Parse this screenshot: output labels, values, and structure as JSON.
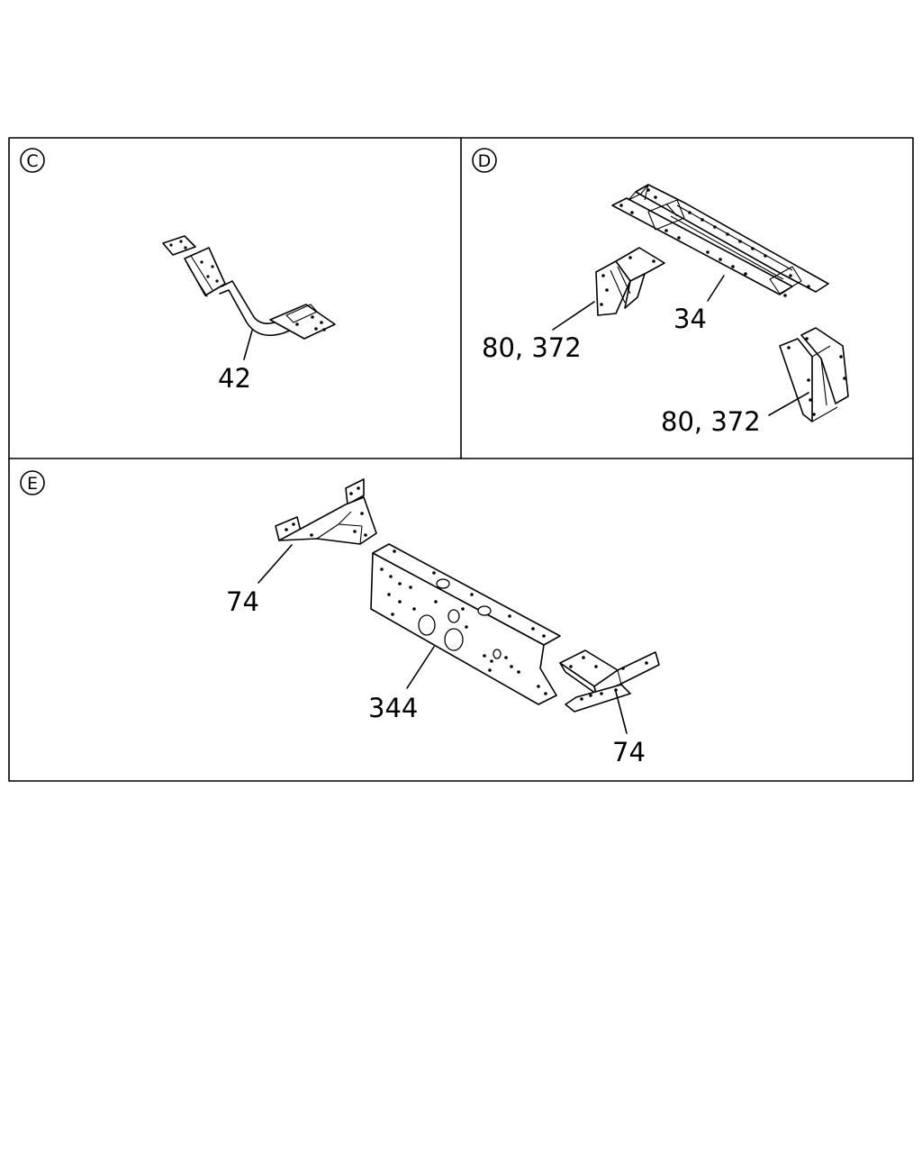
{
  "panels": {
    "c": {
      "badge": "C",
      "labels": [
        "42"
      ]
    },
    "d": {
      "badge": "D",
      "labels": [
        "80, 372",
        "34",
        "80, 372"
      ]
    },
    "e": {
      "badge": "E",
      "labels": [
        "74",
        "344",
        "74"
      ]
    }
  }
}
